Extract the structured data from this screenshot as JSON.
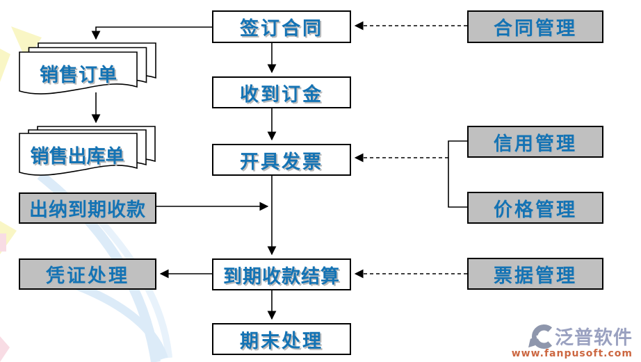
{
  "diagram": {
    "type": "flowchart",
    "nodes": {
      "sign_contract": {
        "label": "签订合同",
        "shape": "process-box",
        "fill": "white"
      },
      "receive_deposit": {
        "label": "收到订金",
        "shape": "process-box",
        "fill": "white"
      },
      "issue_invoice": {
        "label": "开具发票",
        "shape": "process-box",
        "fill": "white"
      },
      "due_settlement": {
        "label": "到期收款结算",
        "shape": "process-box",
        "fill": "white"
      },
      "period_end": {
        "label": "期末处理",
        "shape": "process-box",
        "fill": "white"
      },
      "sales_order": {
        "label": "销售订单",
        "shape": "multi-document",
        "fill": "white"
      },
      "sales_outbound": {
        "label": "销售出库单",
        "shape": "multi-document",
        "fill": "white"
      },
      "cashier_due_collection": {
        "label": "出纳到期收款",
        "shape": "module-box",
        "fill": "gray"
      },
      "voucher_processing": {
        "label": "凭证处理",
        "shape": "module-box",
        "fill": "gray"
      },
      "contract_management": {
        "label": "合同管理",
        "shape": "module-box",
        "fill": "gray"
      },
      "credit_management": {
        "label": "信用管理",
        "shape": "module-box",
        "fill": "gray"
      },
      "price_management": {
        "label": "价格管理",
        "shape": "module-box",
        "fill": "gray"
      },
      "bill_management": {
        "label": "票据管理",
        "shape": "module-box",
        "fill": "gray"
      }
    },
    "edges": [
      {
        "from": "sign_contract",
        "to": "sales_order",
        "style": "solid-arrow"
      },
      {
        "from": "sales_order",
        "to": "sales_outbound",
        "style": "solid-arrow"
      },
      {
        "from": "sign_contract",
        "to": "receive_deposit",
        "style": "solid-arrow"
      },
      {
        "from": "receive_deposit",
        "to": "issue_invoice",
        "style": "solid-arrow"
      },
      {
        "from": "issue_invoice",
        "to": "due_settlement",
        "style": "solid-arrow"
      },
      {
        "from": "cashier_due_collection",
        "to": "main-flow-line",
        "style": "solid-arrow"
      },
      {
        "from": "due_settlement",
        "to": "voucher_processing",
        "style": "solid-arrow"
      },
      {
        "from": "due_settlement",
        "to": "period_end",
        "style": "solid-arrow"
      },
      {
        "from": "contract_management",
        "to": "sign_contract",
        "style": "dashed-arrow"
      },
      {
        "from": "credit_management",
        "to": "issue_invoice",
        "style": "dashed-arrow-via-bracket"
      },
      {
        "from": "price_management",
        "to": "issue_invoice",
        "style": "dashed-arrow-via-bracket"
      },
      {
        "from": "bill_management",
        "to": "due_settlement",
        "style": "dashed-arrow"
      }
    ],
    "colors": {
      "node_text": "#1473B4",
      "node_fill_white": "#FFFFFF",
      "module_fill_gray": "#C0C0C0",
      "line_and_border": "#000000",
      "logo_text": "#9AA1C0",
      "logo_url_text": "#CC6741"
    }
  },
  "watermark": {
    "brand": "泛普软件",
    "url": "www.fanpusoft.com"
  }
}
